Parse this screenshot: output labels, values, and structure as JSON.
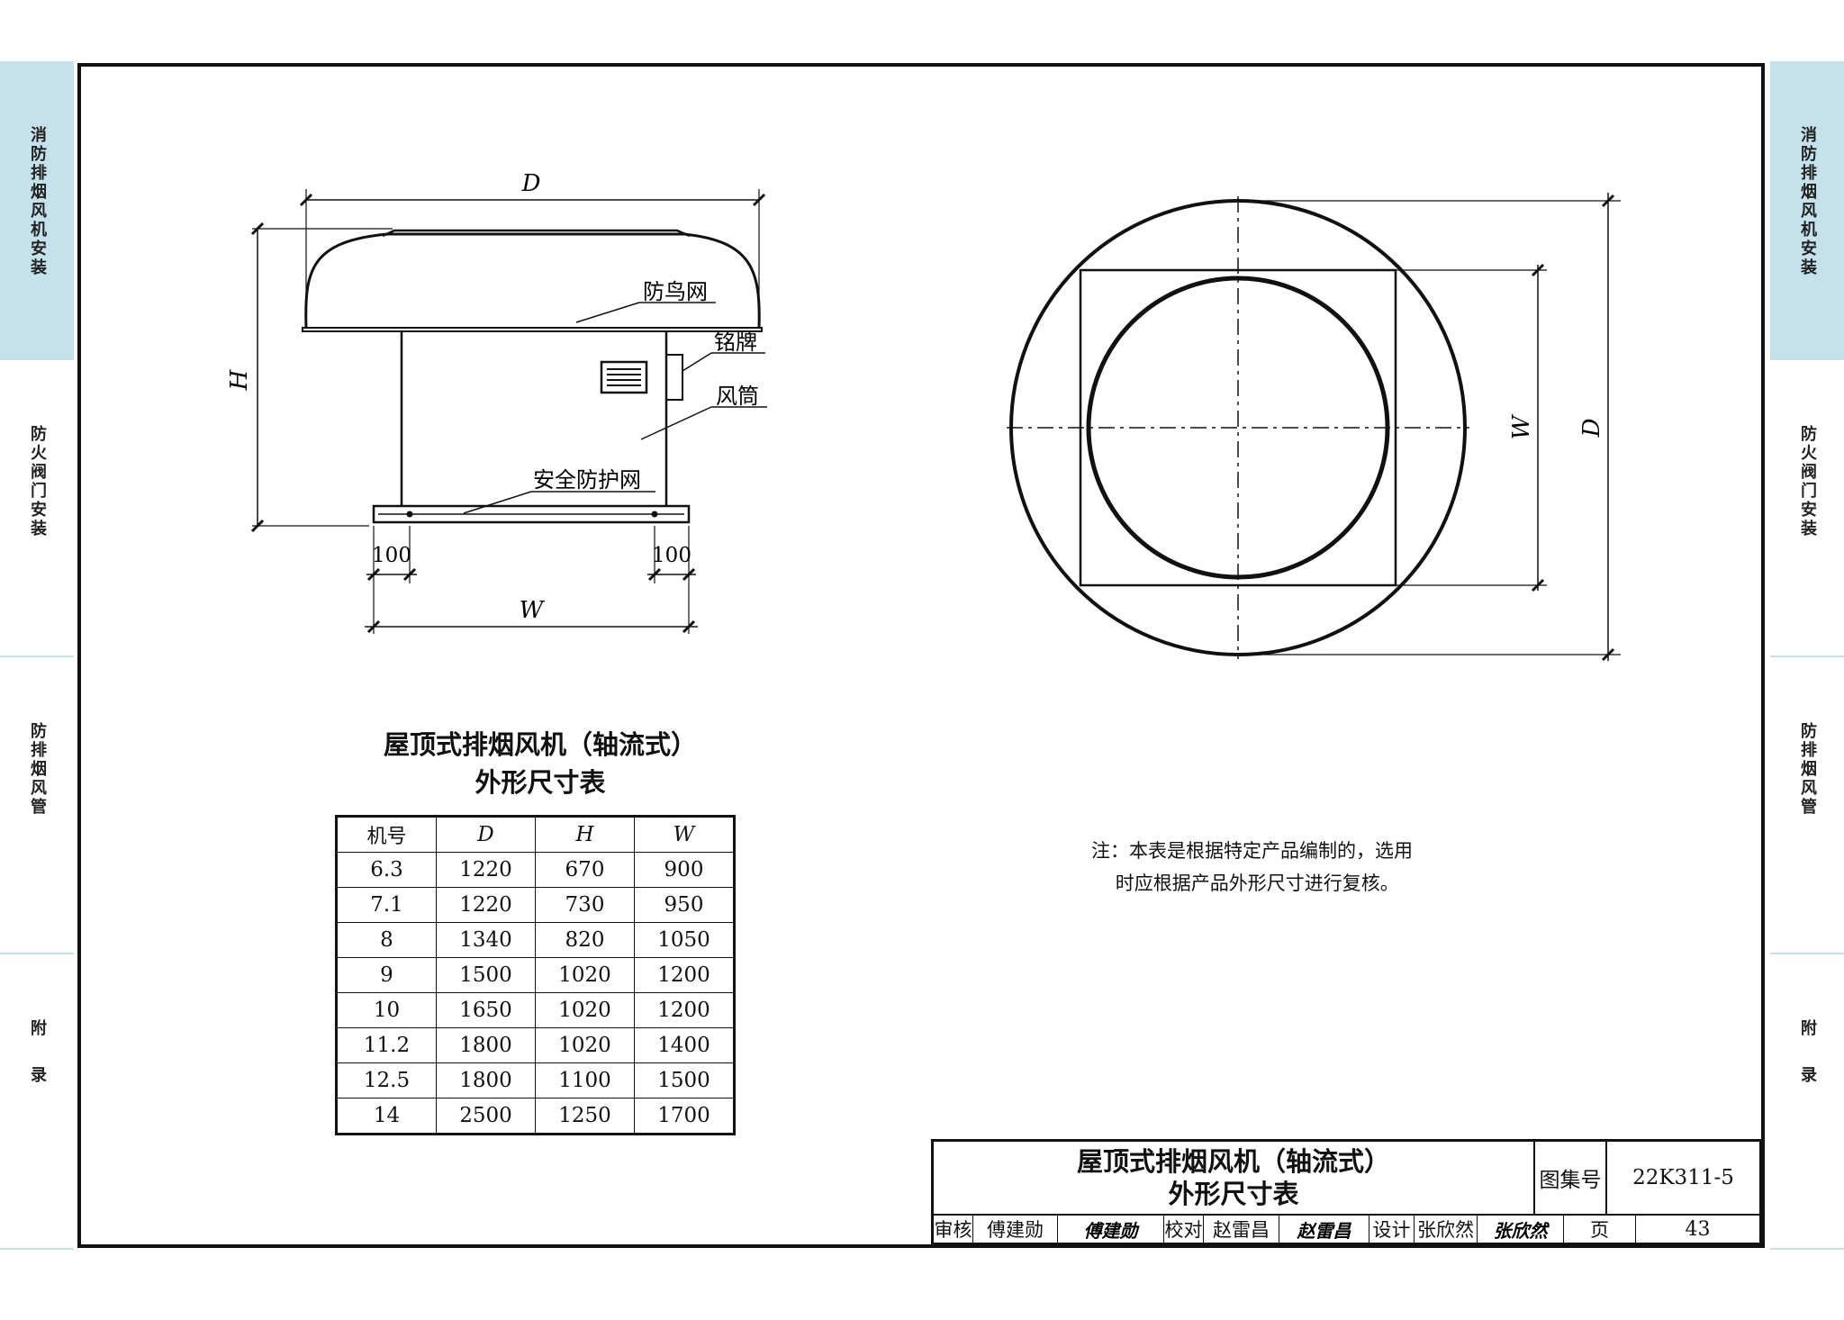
{
  "side_tabs": [
    {
      "label": "消防排烟风机安装",
      "active": true
    },
    {
      "label": "防火阀门安装",
      "active": false
    },
    {
      "label": "防排烟风管",
      "active": false
    },
    {
      "label": "附录",
      "active": false
    }
  ],
  "drawing": {
    "side_view": {
      "dim_D": "D",
      "dim_H": "H",
      "dim_W": "W",
      "dim_left_offset": "100",
      "dim_right_offset": "100",
      "labels": {
        "bird_mesh": "防鸟网",
        "nameplate": "铭牌",
        "duct": "风筒",
        "safety_mesh": "安全防护网"
      }
    },
    "plan_view": {
      "dim_W": "W",
      "dim_D": "D"
    }
  },
  "table": {
    "title_line1": "屋顶式排烟风机（轴流式）",
    "title_line2": "外形尺寸表",
    "headers": [
      "机号",
      "D",
      "H",
      "W"
    ],
    "rows": [
      [
        "6.3",
        "1220",
        "670",
        "900"
      ],
      [
        "7.1",
        "1220",
        "730",
        "950"
      ],
      [
        "8",
        "1340",
        "820",
        "1050"
      ],
      [
        "9",
        "1500",
        "1020",
        "1200"
      ],
      [
        "10",
        "1650",
        "1020",
        "1200"
      ],
      [
        "11.2",
        "1800",
        "1020",
        "1400"
      ],
      [
        "12.5",
        "1800",
        "1100",
        "1500"
      ],
      [
        "14",
        "2500",
        "1250",
        "1700"
      ]
    ]
  },
  "note": {
    "line1": "注：本表是根据特定产品编制的，选用",
    "line2": "    时应根据产品外形尺寸进行复核。"
  },
  "title_block": {
    "title_line1": "屋顶式排烟风机（轴流式）",
    "title_line2": "外形尺寸表",
    "atlas_label": "图集号",
    "atlas_no": "22K311-5",
    "page_label": "页",
    "page_no": "43",
    "review_label": "审核",
    "reviewer": "傅建勋",
    "reviewer_sig": "傅建勋",
    "check_label": "校对",
    "checker": "赵雷昌",
    "checker_sig": "赵雷昌",
    "design_label": "设计",
    "designer": "张欣然",
    "designer_sig": "张欣然"
  }
}
